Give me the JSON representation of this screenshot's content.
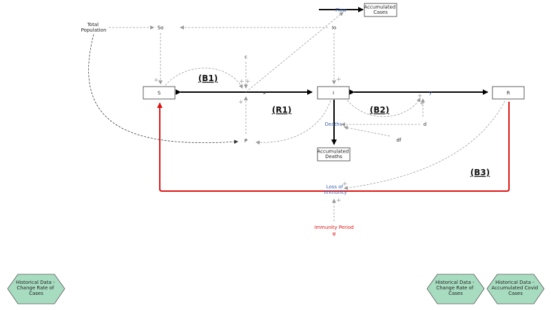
{
  "stocks": {
    "S": "S",
    "I": "I",
    "R": "R",
    "accumulated_cases": "Accumulated Cases",
    "accumulated_deaths": "Accumulated Deaths"
  },
  "variables": {
    "total_population": "Total Population",
    "so": "So",
    "io": "Io",
    "c": "c",
    "p": "P",
    "d": "d",
    "df": "df",
    "immunity_period": "Immunity Period",
    "immunity_period_symbol": "ψ"
  },
  "flows": {
    "flow": "Flow",
    "x": "x",
    "y": "y",
    "deaths": "Deaths",
    "loss_of_immunity": "Loss of Immunity"
  },
  "loops": {
    "b1": "(B1)",
    "r1": "(R1)",
    "b2": "(B2)",
    "b3": "(B3)"
  },
  "polarity": "+",
  "data_sources": {
    "left": "Historical Data - Change Rate of Cases",
    "right_1": "Historical Data - Change Rate of Cases",
    "right_2": "Historical Data - Accumulated Covid Cases"
  },
  "colors": {
    "flow": "#000000",
    "immunity_flow": "#e01010",
    "flow_label": "#3a5fa8",
    "data_fill": "#a8dcc0"
  }
}
